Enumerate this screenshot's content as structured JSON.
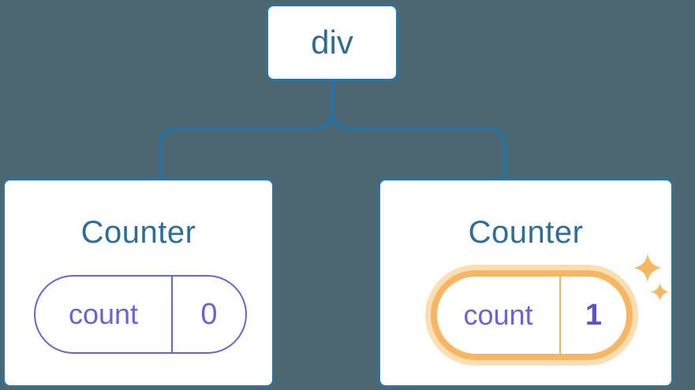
{
  "diagram": {
    "root": {
      "label": "div"
    },
    "children": [
      {
        "title": "Counter",
        "state": {
          "name": "count",
          "value": "0"
        },
        "highlighted": false
      },
      {
        "title": "Counter",
        "state": {
          "name": "count",
          "value": "1"
        },
        "highlighted": true
      }
    ]
  },
  "icons": {
    "sparkle_large": "sparkle-icon",
    "sparkle_small": "sparkle-icon"
  },
  "colors": {
    "background": "#4C6772",
    "card_background": "#FFFFFF",
    "node_border_blue": "#2E74A0",
    "connector_blue": "#2673A3",
    "node_text_blue": "#2D6E96",
    "state_purple": "#6963D6",
    "state_value_bold_purple": "#5A52CC",
    "highlight_ring_orange": "#F6B664",
    "highlight_halo": "#FBDFB2",
    "sparkle_orange": "#F6B85F"
  }
}
